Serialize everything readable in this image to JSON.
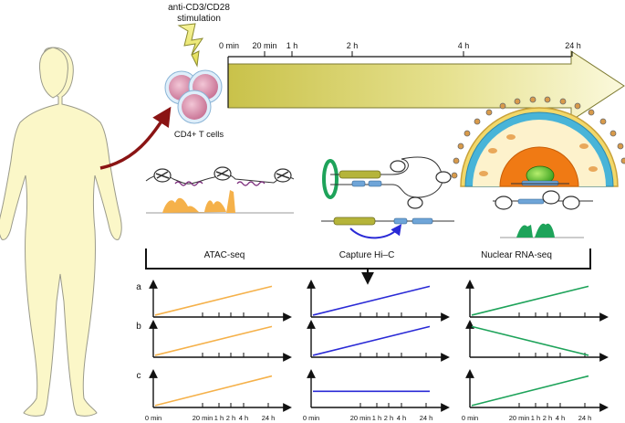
{
  "stimulation": {
    "line1": "anti-CD3/CD28",
    "line2": "stimulation"
  },
  "cells_label": "CD4+ T cells",
  "timeline": {
    "ticks": [
      "0 min",
      "20 min",
      "1 h",
      "2 h",
      "4 h",
      "24 h"
    ]
  },
  "assays": [
    "ATAC-seq",
    "Capture Hi–C",
    "Nuclear RNA-seq"
  ],
  "row_labels": [
    "a",
    "b",
    "c"
  ],
  "plot_ticks": [
    "0 min",
    "20 min",
    "1 h",
    "2 h",
    "4 h",
    "24 h"
  ],
  "colors": {
    "skin": "#fbf7c8",
    "skin_stroke": "#9a9a8a",
    "arrow_red": "#8a1414",
    "atac": "#f5b14a",
    "hic": "#2a2ad6",
    "rna": "#1ea35a",
    "gene_yellow": "#b5b43a",
    "gene_blue": "#6fa5d8",
    "nucleus": "#f07a14"
  },
  "icons": [
    "lightning-icon",
    "t-cell-icon",
    "timeline-arrow-icon",
    "nucleus-icon",
    "chromatin-icon",
    "human-silhouette-icon"
  ]
}
